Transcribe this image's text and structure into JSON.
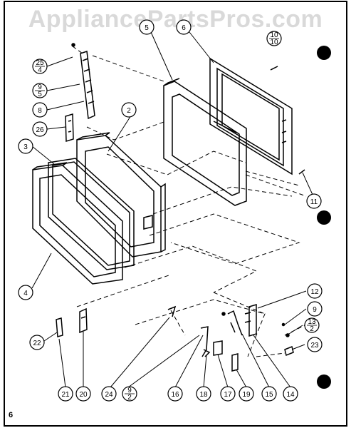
{
  "watermark": "AppliancePartsPros.com",
  "page_number": "6",
  "callouts": {
    "c25_4": {
      "top": "25",
      "bottom": "4"
    },
    "c9_5": {
      "top": "9",
      "bottom": "5"
    },
    "c8": "8",
    "c26": "26",
    "c5": "5",
    "c6": "6",
    "c10_10": {
      "top": "10",
      "bottom": "10"
    },
    "c2": "2",
    "c3": "3",
    "c4": "4",
    "c11": "11",
    "c12": "12",
    "c9": "9",
    "c13_2": {
      "top": "13",
      "bottom": "2"
    },
    "c23": "23",
    "c22": "22",
    "c21": "21",
    "c20": "20",
    "c24": "24",
    "c9_2": {
      "top": "9",
      "bottom": "2"
    },
    "c16": "16",
    "c18": "18",
    "c17": "17",
    "c19": "19",
    "c15": "15",
    "c14": "14"
  }
}
